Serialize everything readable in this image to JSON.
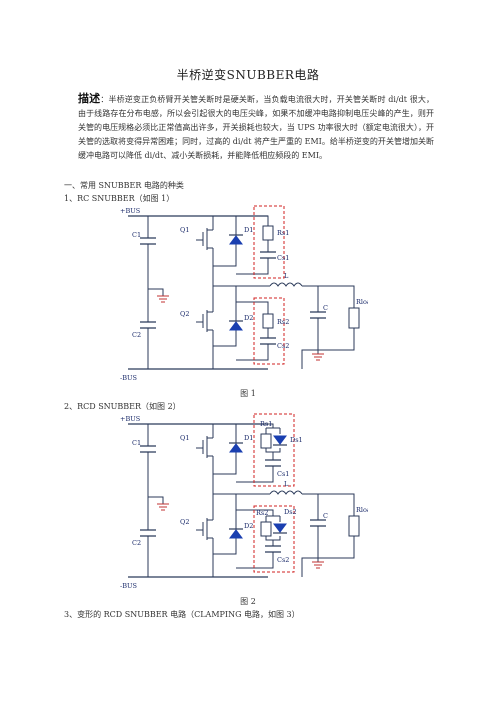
{
  "title": "半桥逆变SNUBBER电路",
  "desc_lead": "描述",
  "desc_body": "：半桥逆变正负桥臂开关管关断时是硬关断，当负载电流很大时，开关管关断时 di/dt 很大，由于线路存在分布电感，所以会引起很大的电压尖峰，如果不加缓冲电路抑制电压尖峰的产生，则开关管的电压规格必须比正常值高出许多，开关损耗也较大，当 UPS 功率很大时（额定电流很大），开关管的选取将变得异常困难；同时，过高的 di/dt 将产生严重的 EMI。给半桥逆变的开关管增加关断缓冲电路可以降低 di/dt、减小关断损耗，并能降低相应频段的 EMI。",
  "section1": "一、常用 SNUBBER 电路的种类",
  "item1": "1、RC SNUBBER（如图 1）",
  "fig1_caption": "图 1",
  "item2": "2、RCD SNUBBER（如图 2）",
  "fig2_caption": "图 2",
  "item3": "3、变形的 RCD SNUBBER 电路（CLAMPING 电路，如图 3）",
  "fig1_labels": {
    "pbus": "+BUS",
    "nbus": "-BUS",
    "c1": "C1",
    "c2": "C2",
    "q1": "Q1",
    "q2": "Q2",
    "d1": "D1",
    "d2": "D2",
    "rs1": "Rs1",
    "cs1": "Cs1",
    "rs2": "Rs2",
    "cs2": "Cs2",
    "l": "L",
    "c": "C",
    "rload": "Rload"
  },
  "fig2_labels": {
    "pbus": "+BUS",
    "nbus": "-BUS",
    "c1": "C1",
    "c2": "C2",
    "q1": "Q1",
    "q2": "Q2",
    "d1": "D1",
    "d2": "D2",
    "rs1": "Rs1",
    "ds1": "Ds1",
    "cs1": "Cs1",
    "rs2": "Rs2",
    "ds2": "Ds2",
    "cs2": "Cs2",
    "l": "L",
    "c": "C",
    "rload": "Rload"
  },
  "colors": {
    "wire": "#2b3a5a",
    "snubber_box": "#d02020",
    "diode": "#1a3fb0",
    "ground": "#c03030"
  }
}
